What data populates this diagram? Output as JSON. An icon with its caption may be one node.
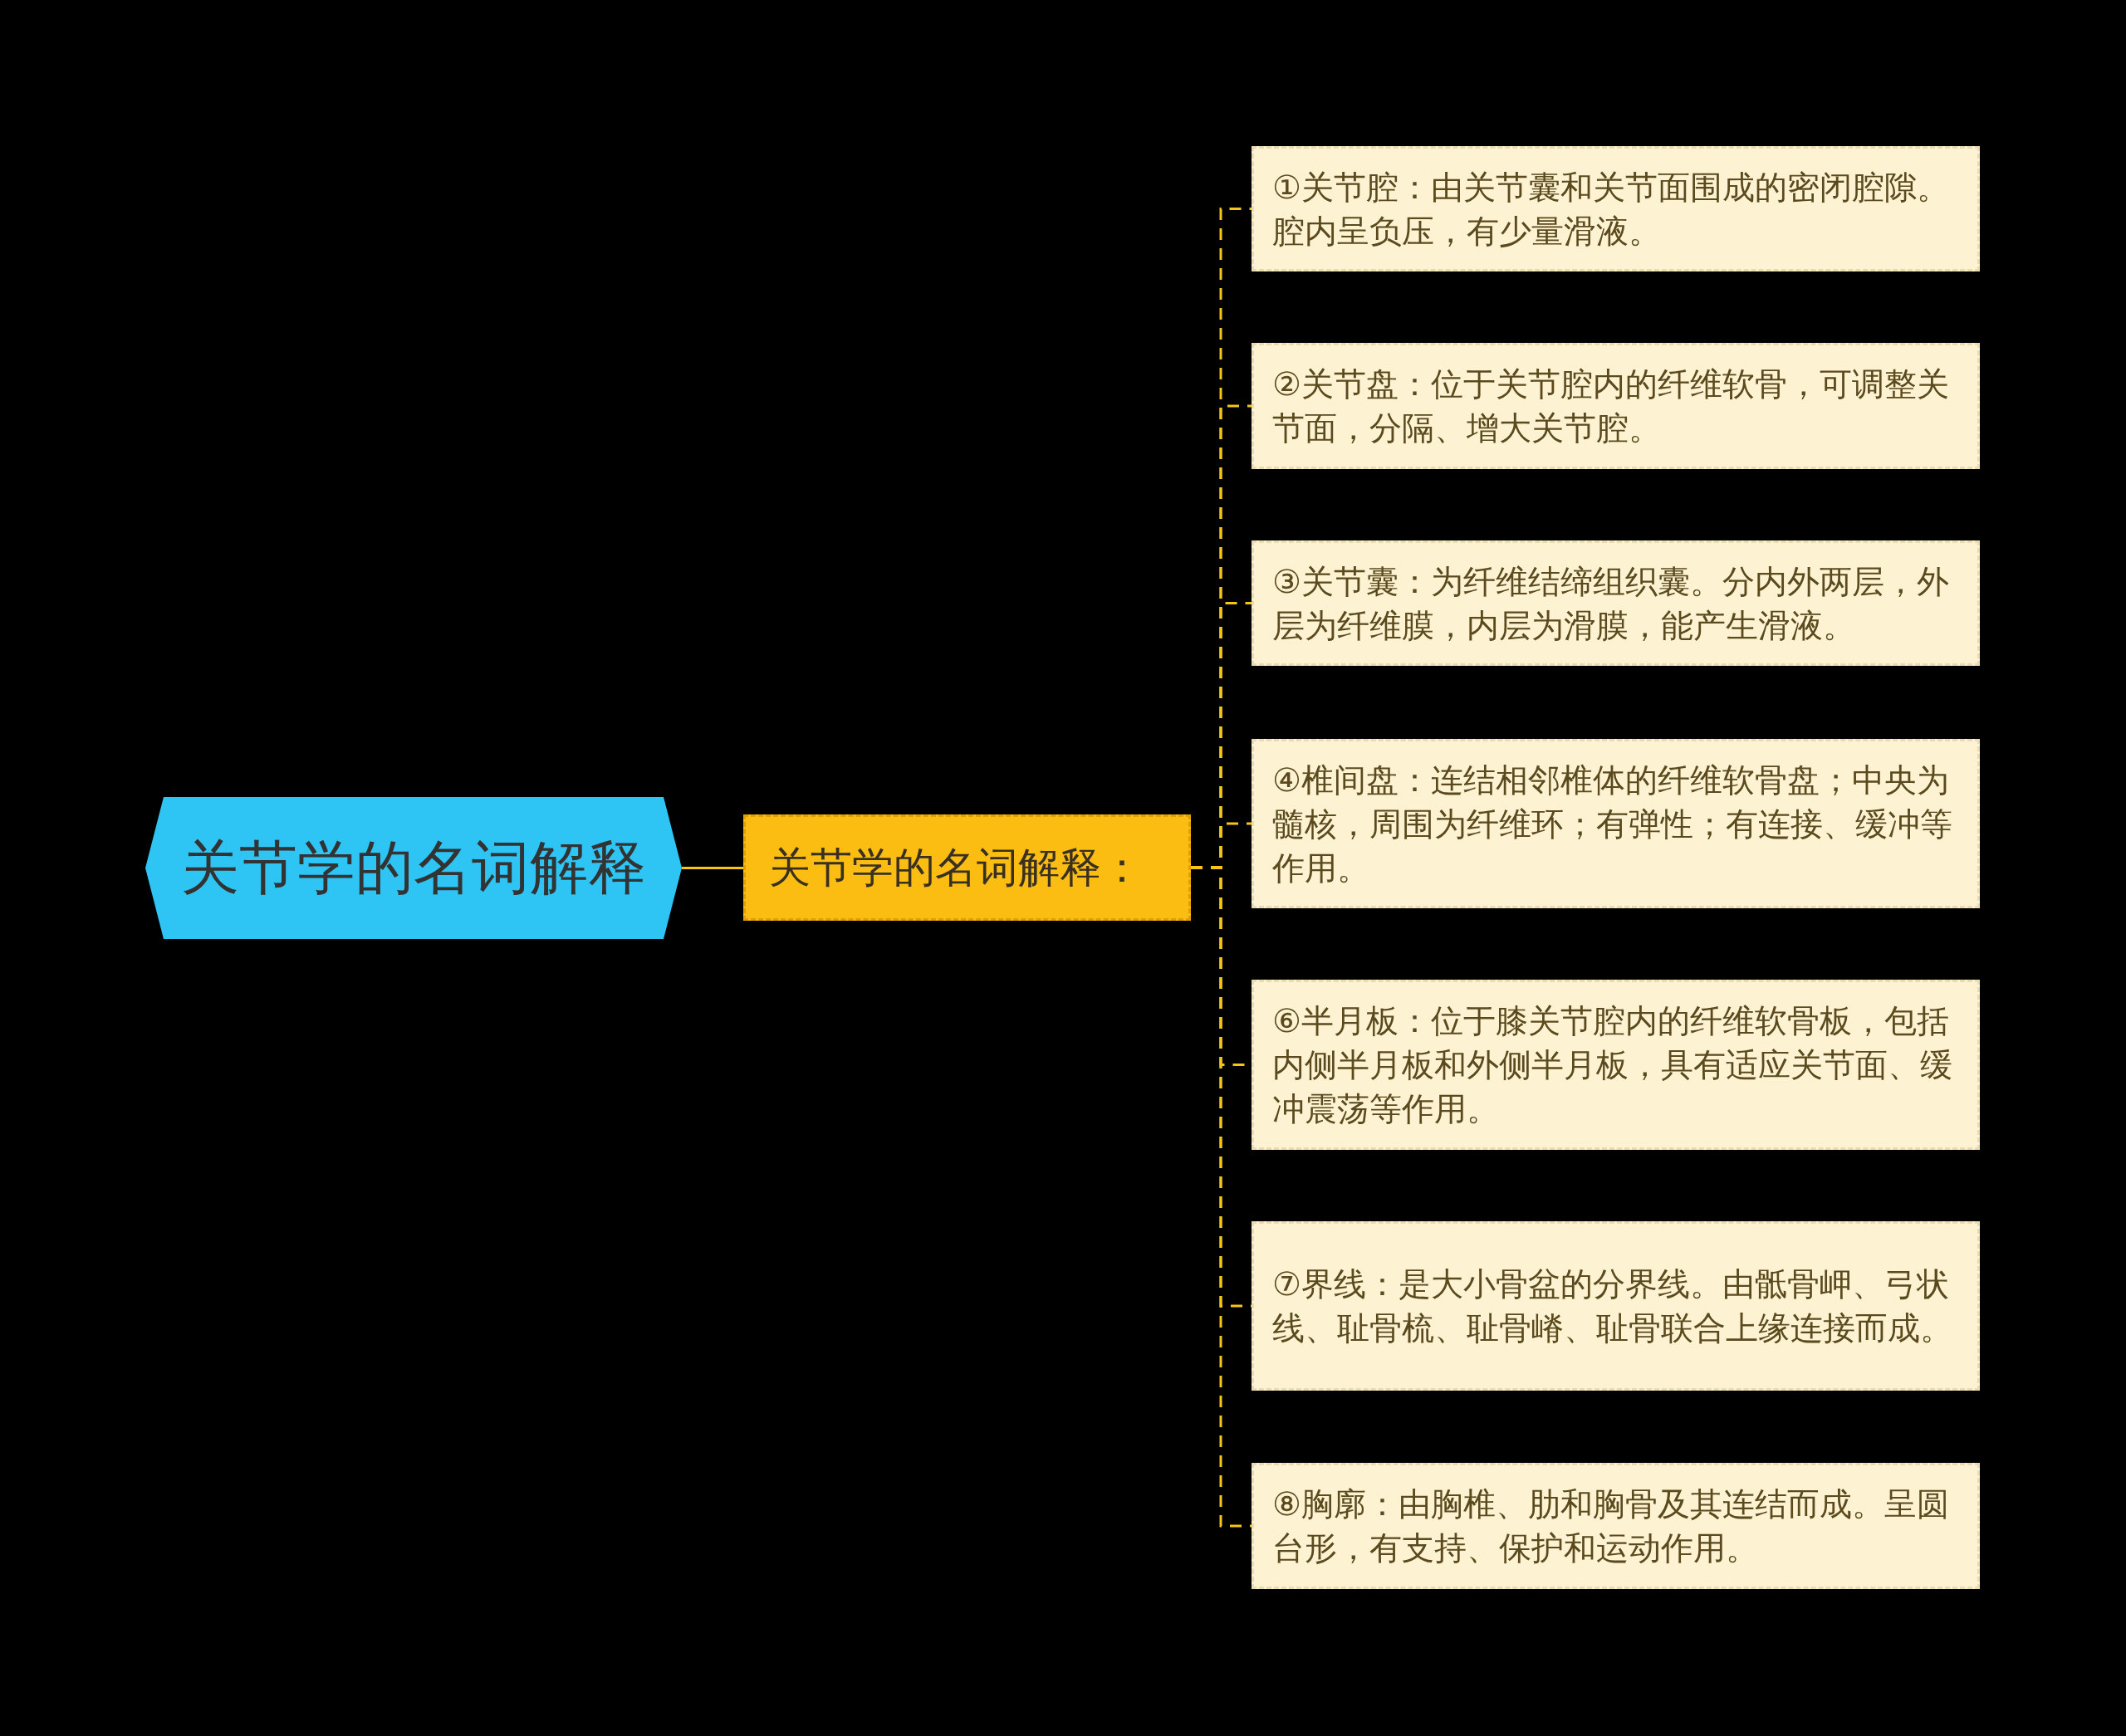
{
  "diagram": {
    "nodes": [
      {
        "text": [
          "关节学的名词解释"
        ]
      },
      {
        "text": [
          "关节学的名词解释："
        ]
      },
      {
        "text": [
          "①关节腔：由关节囊和关节面围成的密闭腔隙。腔内呈负压，有少量滑液。"
        ]
      },
      {
        "text": [
          "②关节盘：位于关节腔内的纤维软骨，可调整关节面，分隔、增大关节腔。"
        ]
      },
      {
        "text": [
          "③关节囊：为纤维结缔组织囊。分内外两层，外层为纤维膜，内层为滑膜，能产生滑液。"
        ]
      },
      {
        "text": [
          "④椎间盘：连结相邻椎体的纤维软骨盘；中央为髓核，周围为纤维环；有弹性；有连接、缓冲等作用。"
        ]
      },
      {
        "text": [
          "⑥半月板：位于膝关节腔内的纤维软骨板，包括内侧半月板和外侧半月板，具有适应关节面、缓冲震荡等作用。"
        ]
      },
      {
        "text": [
          "⑦界线：是大小骨盆的分界线。由骶骨岬、弓状线、耻骨梳、耻骨嵴、耻骨联合上缘连接而成。"
        ]
      },
      {
        "text": [
          "⑧胸廓：由胸椎、肋和胸骨及其连结而成。呈圆台形，有支持、保护和运动作用。"
        ]
      }
    ],
    "edges": [
      {
        "from": 0,
        "to": 1,
        "arrow": "none"
      },
      {
        "from": 1,
        "to": 2,
        "arrow": "none",
        "style": "dashed"
      },
      {
        "from": 1,
        "to": 3,
        "arrow": "none",
        "style": "dashed"
      },
      {
        "from": 1,
        "to": 4,
        "arrow": "none",
        "style": "dashed"
      },
      {
        "from": 1,
        "to": 5,
        "arrow": "none",
        "style": "dashed"
      },
      {
        "from": 1,
        "to": 6,
        "arrow": "none",
        "style": "dashed"
      },
      {
        "from": 1,
        "to": 7,
        "arrow": "none",
        "style": "dashed"
      },
      {
        "from": 1,
        "to": 8,
        "arrow": "none",
        "style": "dashed"
      }
    ]
  }
}
